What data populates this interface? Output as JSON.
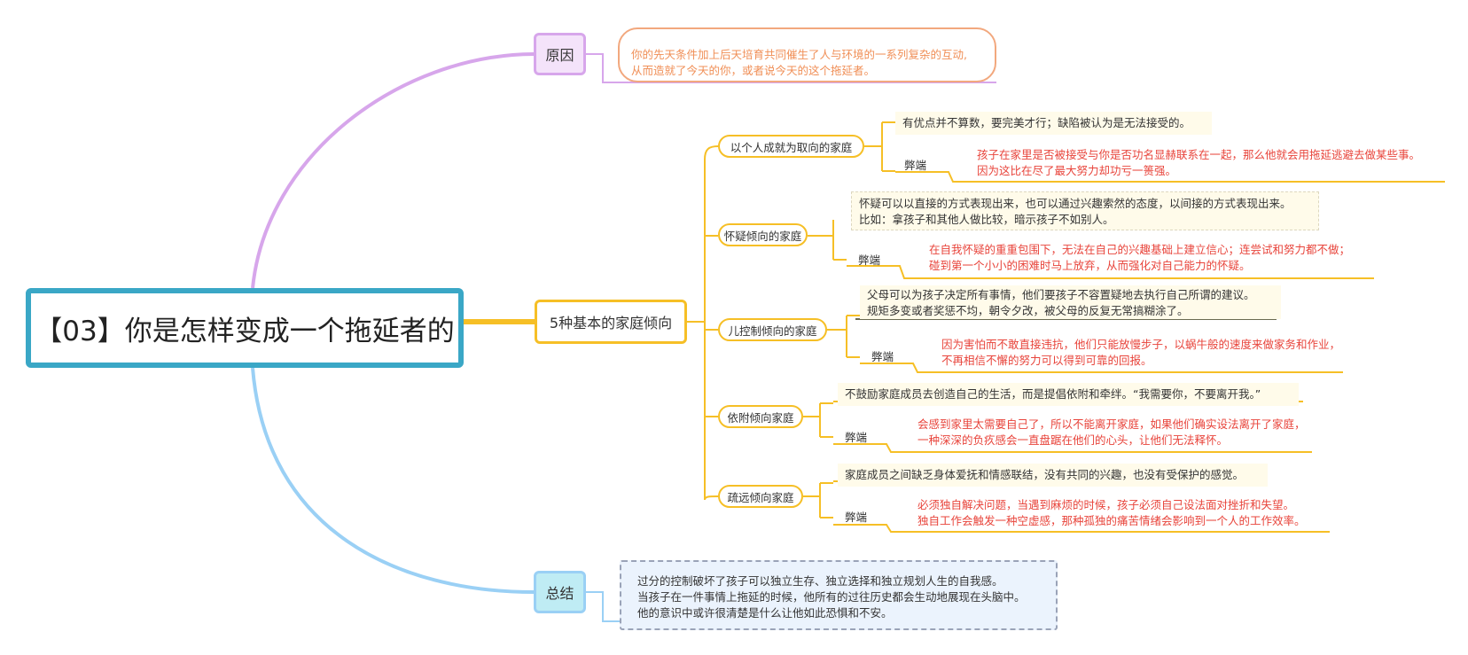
{
  "central_title": "【03】你是怎样变成一个拖延者的",
  "cause": {
    "label": "原因",
    "text_lines": [
      "你的先天条件加上后天培育共同催生了人与环境的一系列复杂的互动,",
      "从而造就了今天的你，或者说今天的这个拖延者。"
    ]
  },
  "main_branch": {
    "label": "5种基本的家庭倾向",
    "drawback_label": "弊端",
    "families": [
      {
        "name": "以个人成就为取向的家庭",
        "desc_lines": [
          "有优点并不算数，要完美才行；缺陷被认为是无法接受的。"
        ],
        "drawback_lines": [
          "孩子在家里是否被接受与你是否功名显赫联系在一起，那么他就会用拖延逃避去做某些事。",
          "因为这比在尽了最大努力却功亏一篑强。"
        ]
      },
      {
        "name": "怀疑倾向的家庭",
        "desc_lines": [
          "怀疑可以以直接的方式表现出来，也可以通过兴趣索然的态度，以间接的方式表现出来。",
          "比如：拿孩子和其他人做比较，暗示孩子不如别人。"
        ],
        "drawback_lines": [
          "在自我怀疑的重重包围下，无法在自己的兴趣基础上建立信心；连尝试和努力都不做；",
          "碰到第一个小小的困难时马上放弃，从而强化对自己能力的怀疑。"
        ]
      },
      {
        "name": "儿控制倾向的家庭",
        "desc_lines": [
          "父母可以为孩子决定所有事情，他们要孩子不容置疑地去执行自己所谓的建议。",
          "规矩多变或者奖惩不均，朝令夕改，被父母的反复无常搞糊涂了。"
        ],
        "drawback_lines": [
          "因为害怕而不敢直接违抗，他们只能放慢步子，以蜗牛般的速度来做家务和作业，",
          "不再相信不懈的努力可以得到可靠的回报。"
        ]
      },
      {
        "name": "依附倾向家庭",
        "desc_lines": [
          "不鼓励家庭成员去创造自己的生活，而是提倡依附和牵绊。“我需要你，不要离开我。”"
        ],
        "drawback_lines": [
          "会感到家里太需要自己了，所以不能离开家庭，如果他们确实设法离开了家庭，",
          "一种深深的负疚感会一直盘踞在他们的心头，让他们无法释怀。"
        ]
      },
      {
        "name": "疏远倾向家庭",
        "desc_lines": [
          "家庭成员之间缺乏身体爱抚和情感联结，没有共同的兴趣，也没有受保护的感觉。"
        ],
        "drawback_lines": [
          "必须独自解决问题，当遇到麻烦的时候，孩子必须自己设法面对挫折和失望。",
          "独自工作会触发一种空虚感，那种孤独的痛苦情绪会影响到一个人的工作效率。"
        ]
      }
    ]
  },
  "summary": {
    "label": "总结",
    "text_lines": [
      "过分的控制破坏了孩子可以独立生存、独立选择和独立规划人生的自我感。",
      "当孩子在一件事情上拖延的时候，他所有的过往历史都会生动地展现在头脑中。",
      "他的意识中或许很清楚是什么让他如此恐惧和不安。"
    ]
  },
  "colors": {
    "central_border": "#3aa7c6",
    "cause_branch": "#d7a6eb",
    "summary_branch": "#9ad0f5",
    "family_branch": "#f6bf26",
    "drawback_text": "#e8443b",
    "cause_text": "#f08f57"
  }
}
